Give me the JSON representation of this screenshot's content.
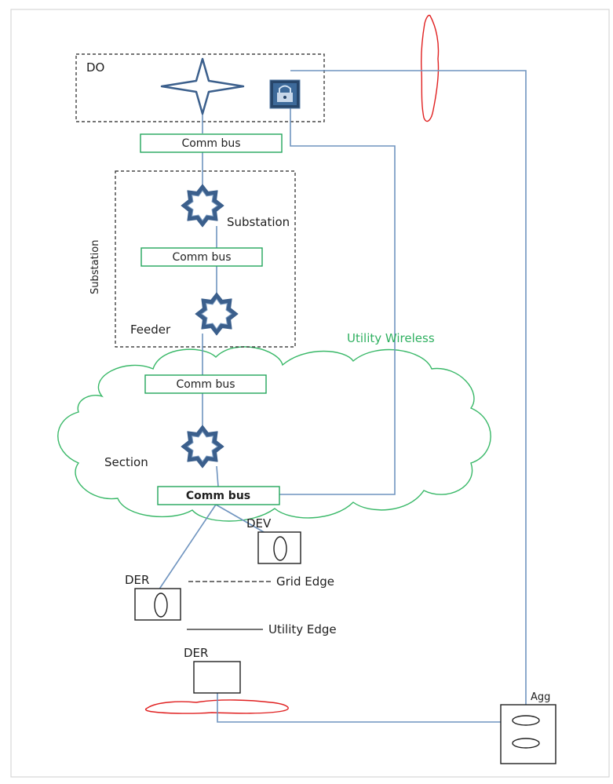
{
  "labels": {
    "do": "DO",
    "substation_group": "Substation",
    "substation_node": "Substation",
    "feeder": "Feeder",
    "section": "Section",
    "utility_wireless": "Utility Wireless",
    "dev": "DEV",
    "der_1": "DER",
    "der_2": "DER",
    "grid_edge": "Grid Edge",
    "utility_edge": "Utility Edge",
    "agg": "Agg"
  },
  "comm_buses": [
    "Comm bus",
    "Comm bus",
    "Comm bus",
    "Comm bus"
  ],
  "colors": {
    "star_stroke": "#3b5f8c",
    "bus_border": "#22a65a",
    "cloud": "#39b868",
    "wire": "#6f94bf",
    "red_cloud": "#e02020",
    "dashed": "#222222"
  }
}
